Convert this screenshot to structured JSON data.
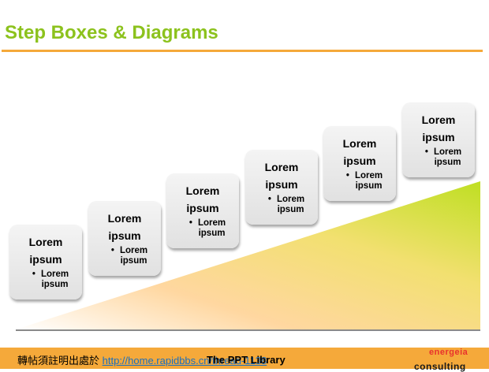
{
  "slide": {
    "title": "Step Boxes & Diagrams"
  },
  "steps": [
    {
      "heading_line1": "Lorem",
      "heading_line2": "ipsum",
      "bullet_line1": "Lorem",
      "bullet_line2": "ipsum"
    },
    {
      "heading_line1": "Lorem",
      "heading_line2": "ipsum",
      "bullet_line1": "Lorem",
      "bullet_line2": "ipsum"
    },
    {
      "heading_line1": "Lorem",
      "heading_line2": "ipsum",
      "bullet_line1": "Lorem",
      "bullet_line2": "ipsum"
    },
    {
      "heading_line1": "Lorem",
      "heading_line2": "ipsum",
      "bullet_line1": "Lorem",
      "bullet_line2": "ipsum"
    },
    {
      "heading_line1": "Lorem",
      "heading_line2": "ipsum",
      "bullet_line1": "Lorem",
      "bullet_line2": "ipsum"
    },
    {
      "heading_line1": "Lorem",
      "heading_line2": "ipsum",
      "bullet_line1": "Lorem",
      "bullet_line2": "ipsum"
    }
  ],
  "bullet_symbol": "•",
  "footer": {
    "repost_note": "轉帖須註明出處於",
    "link_text": "http://home.rapidbbs.cn/thread-1138",
    "library_label": "The PPT Library",
    "brand_line1": "energeia",
    "brand_line2": "consulting"
  },
  "colors": {
    "title": "#8cc21d",
    "rule": "#f5a93a",
    "ramp_start": "#ffd28c",
    "ramp_end": "#c3e028",
    "brand": "#e8322d"
  }
}
